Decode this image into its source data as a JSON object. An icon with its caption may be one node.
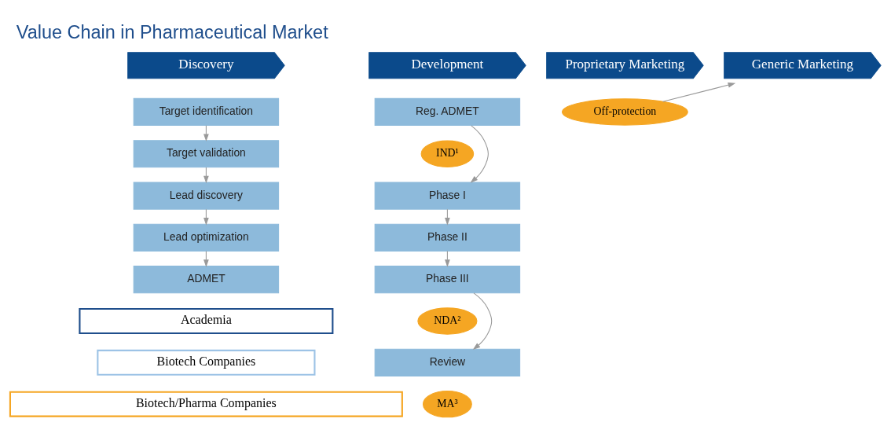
{
  "diagram": {
    "title": "Value Chain in Pharmaceutical Market",
    "nodes": [
      {
        "text": [
          "Discovery"
        ]
      },
      {
        "text": [
          "Development"
        ]
      },
      {
        "text": [
          "Proprietary Marketing"
        ]
      },
      {
        "text": [
          "Generic Marketing"
        ]
      },
      {
        "text": [
          "Target identification"
        ]
      },
      {
        "text": [
          "Target validation"
        ]
      },
      {
        "text": [
          "Lead discovery"
        ]
      },
      {
        "text": [
          "Lead optimization"
        ]
      },
      {
        "text": [
          "ADMET"
        ]
      },
      {
        "text": [
          "Reg. ADMET"
        ]
      },
      {
        "text": [
          "IND¹"
        ]
      },
      {
        "text": [
          "Phase I"
        ]
      },
      {
        "text": [
          "Phase II"
        ]
      },
      {
        "text": [
          "Phase III"
        ]
      },
      {
        "text": [
          "NDA²"
        ]
      },
      {
        "text": [
          "Review"
        ]
      },
      {
        "text": [
          "MA³"
        ]
      },
      {
        "text": [
          "Off-protection"
        ]
      },
      {
        "text": [
          "Academia"
        ]
      },
      {
        "text": [
          "Biotech Companies"
        ]
      },
      {
        "text": [
          "Biotech/Pharma Companies"
        ]
      }
    ],
    "edges": [
      {
        "from": 4,
        "to": 5,
        "arrow": "to"
      },
      {
        "from": 5,
        "to": 6,
        "arrow": "to"
      },
      {
        "from": 6,
        "to": 7,
        "arrow": "to"
      },
      {
        "from": 7,
        "to": 8,
        "arrow": "to"
      },
      {
        "from": 9,
        "to": 11,
        "arrow": "to"
      },
      {
        "from": 11,
        "to": 12,
        "arrow": "to"
      },
      {
        "from": 12,
        "to": 13,
        "arrow": "to"
      },
      {
        "from": 13,
        "to": 15,
        "arrow": "to"
      },
      {
        "from": 17,
        "to": 3,
        "arrow": "to"
      }
    ]
  }
}
